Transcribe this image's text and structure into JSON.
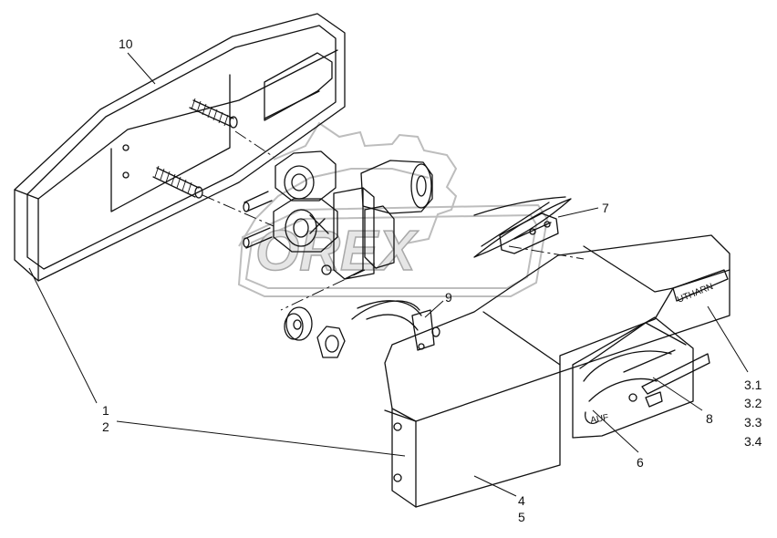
{
  "watermark": {
    "text": "OREX",
    "kind": "logo-watermark"
  },
  "labels": [
    {
      "id": "10",
      "text": "10"
    },
    {
      "id": "7",
      "text": "7"
    },
    {
      "id": "9",
      "text": "9"
    },
    {
      "id": "1",
      "text": "1"
    },
    {
      "id": "2",
      "text": "2"
    },
    {
      "id": "3.1",
      "text": "3.1"
    },
    {
      "id": "3.2",
      "text": "3.2"
    },
    {
      "id": "3.3",
      "text": "3.3"
    },
    {
      "id": "3.4",
      "text": "3.4"
    },
    {
      "id": "8",
      "text": "8"
    },
    {
      "id": "6",
      "text": "6"
    },
    {
      "id": "4",
      "text": "4"
    },
    {
      "id": "5",
      "text": "5"
    }
  ],
  "part_markings": {
    "nameplate": "UTHARN",
    "switch_text": "AUF"
  }
}
